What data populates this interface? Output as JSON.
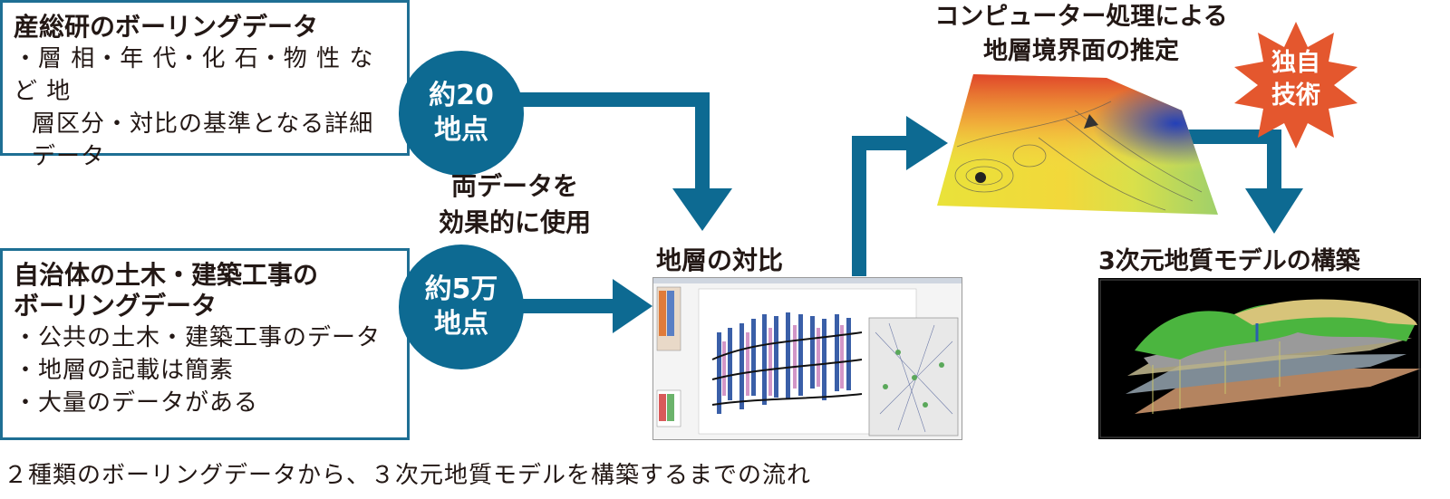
{
  "box1": {
    "title": "産総研のボーリングデータ",
    "lines": [
      "・層 相・年 代・化 石・物 性 など 地",
      "層区分・対比の基準となる詳細",
      "データ"
    ]
  },
  "box2": {
    "title_lines": [
      "自治体の土木・建築工事の",
      "ボーリングデータ"
    ],
    "lines": [
      "・公共の土木・建築工事のデータ",
      "・地層の記載は簡素",
      "・大量のデータがある"
    ]
  },
  "circle1": {
    "line1": "約20",
    "line2": "地点"
  },
  "circle2": {
    "line1": "約5万",
    "line2": "地点"
  },
  "middle_note": {
    "line1": "両データを",
    "line2": "効果的に使用"
  },
  "comparison_label": "地層の対比",
  "estimate_label": {
    "line1": "コンピューター処理による",
    "line2": "地層境界面の推定"
  },
  "badge": {
    "line1": "独自",
    "line2": "技術"
  },
  "model_label": "3次元地質モデルの構築",
  "caption": "２種類のボーリングデータから、３次元地質モデルを構築するまでの流れ",
  "colors": {
    "accent": "#0d6a92",
    "badge": "#e4572e",
    "border": "#1e6f94"
  }
}
